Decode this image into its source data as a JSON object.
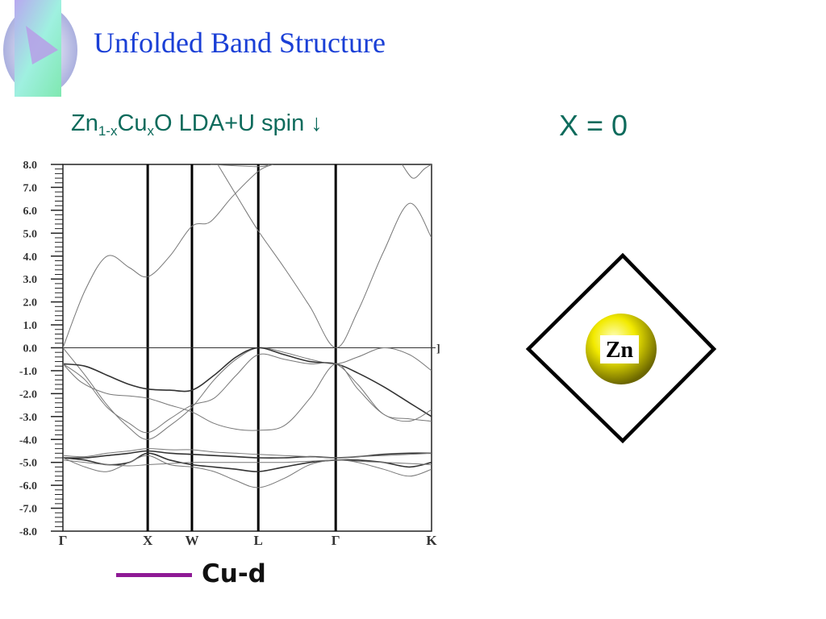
{
  "slide": {
    "title": "Unfolded Band Structure",
    "subtitle": {
      "base": "Zn",
      "sub1": "1-x",
      "mid": "Cu",
      "sub2": "x",
      "tail": "O LDA+U spin ↓"
    },
    "x_label": "X = 0",
    "atom_label": "Zn",
    "legend_label": "Cu-d",
    "colors": {
      "title": "#1a3fd6",
      "text": "#0e6b5c",
      "legend_line": "#8e1a95",
      "atom": "#e8e000"
    }
  },
  "chart_data": {
    "type": "line",
    "ylim": [
      -8.0,
      8.0
    ],
    "yticks": [
      "8.0",
      "7.0",
      "6.0",
      "5.0",
      "4.0",
      "3.0",
      "2.0",
      "1.0",
      "0.0",
      "-1.0",
      "-2.0",
      "-3.0",
      "-4.0",
      "-5.0",
      "-6.0",
      "-7.0",
      "-8.0"
    ],
    "kpoints": [
      {
        "label": "Γ",
        "x": 0
      },
      {
        "label": "X",
        "x": 0.23
      },
      {
        "label": "W",
        "x": 0.35
      },
      {
        "label": "L",
        "x": 0.53
      },
      {
        "label": "Γ",
        "x": 0.74
      },
      {
        "label": "K",
        "x": 1.0
      }
    ],
    "fermi_level": 0.0,
    "series": [
      {
        "points": [
          [
            0,
            0
          ],
          [
            0.06,
            2.5
          ],
          [
            0.12,
            4.0
          ],
          [
            0.18,
            3.5
          ],
          [
            0.23,
            3.1
          ],
          [
            0.29,
            4.0
          ],
          [
            0.35,
            5.3
          ],
          [
            0.4,
            5.5
          ],
          [
            0.46,
            6.6
          ],
          [
            0.53,
            7.7
          ],
          [
            0.57,
            8.0
          ]
        ]
      },
      {
        "points": [
          [
            0.42,
            8.0
          ],
          [
            0.48,
            6.4
          ],
          [
            0.53,
            5.1
          ],
          [
            0.6,
            3.5
          ],
          [
            0.67,
            1.8
          ],
          [
            0.74,
            0
          ],
          [
            0.8,
            1.6
          ],
          [
            0.87,
            4.2
          ],
          [
            0.94,
            6.3
          ],
          [
            1.0,
            4.8
          ]
        ]
      },
      {
        "points": [
          [
            0.92,
            8.0
          ],
          [
            0.95,
            7.4
          ],
          [
            0.98,
            7.8
          ],
          [
            1.0,
            8.0
          ]
        ]
      },
      {
        "points": [
          [
            0.4,
            8.0
          ],
          [
            0.53,
            7.9
          ],
          [
            0.56,
            8.0
          ]
        ]
      },
      {
        "points": [
          [
            0,
            0
          ],
          [
            0.06,
            -1.2
          ],
          [
            0.12,
            -2.5
          ],
          [
            0.18,
            -3.5
          ],
          [
            0.23,
            -4.0
          ],
          [
            0.29,
            -3.4
          ],
          [
            0.35,
            -2.6
          ],
          [
            0.41,
            -1.4
          ],
          [
            0.47,
            -0.5
          ],
          [
            0.53,
            0
          ],
          [
            0.6,
            -0.2
          ],
          [
            0.67,
            -0.5
          ],
          [
            0.74,
            -0.7
          ],
          [
            0.8,
            -0.4
          ],
          [
            0.87,
            0
          ],
          [
            0.94,
            -0.3
          ],
          [
            1.0,
            -1.0
          ]
        ]
      },
      {
        "points": [
          [
            0,
            -0.7
          ],
          [
            0.06,
            -0.8
          ],
          [
            0.12,
            -1.2
          ],
          [
            0.18,
            -1.6
          ],
          [
            0.23,
            -1.8
          ],
          [
            0.29,
            -1.85
          ],
          [
            0.35,
            -1.85
          ],
          [
            0.41,
            -1.2
          ],
          [
            0.47,
            -0.4
          ],
          [
            0.53,
            0
          ],
          [
            0.6,
            -0.3
          ],
          [
            0.67,
            -0.6
          ],
          [
            0.74,
            -0.7
          ],
          [
            0.8,
            -1.1
          ],
          [
            0.87,
            -1.7
          ],
          [
            0.94,
            -2.4
          ],
          [
            1.0,
            -3.0
          ]
        ]
      },
      {
        "points": [
          [
            0,
            -0.7
          ],
          [
            0.05,
            -1.5
          ],
          [
            0.12,
            -2.0
          ],
          [
            0.18,
            -2.1
          ],
          [
            0.23,
            -2.2
          ],
          [
            0.29,
            -2.5
          ],
          [
            0.35,
            -2.8
          ],
          [
            0.41,
            -3.3
          ],
          [
            0.47,
            -3.55
          ],
          [
            0.53,
            -3.6
          ],
          [
            0.6,
            -3.4
          ],
          [
            0.67,
            -2.2
          ],
          [
            0.74,
            -0.7
          ],
          [
            0.8,
            -1.8
          ],
          [
            0.87,
            -2.9
          ],
          [
            0.94,
            -3.2
          ],
          [
            1.0,
            -2.7
          ]
        ]
      },
      {
        "points": [
          [
            0,
            -0.7
          ],
          [
            0.06,
            -1.4
          ],
          [
            0.12,
            -2.6
          ],
          [
            0.18,
            -3.3
          ],
          [
            0.23,
            -3.7
          ],
          [
            0.29,
            -3.1
          ],
          [
            0.35,
            -2.5
          ],
          [
            0.41,
            -2.2
          ],
          [
            0.47,
            -1.2
          ],
          [
            0.53,
            -0.3
          ],
          [
            0.6,
            -0.5
          ],
          [
            0.67,
            -0.7
          ],
          [
            0.74,
            -0.7
          ],
          [
            0.8,
            -1.6
          ],
          [
            0.87,
            -2.9
          ],
          [
            0.94,
            -3.1
          ],
          [
            1.0,
            -3.2
          ]
        ]
      },
      {
        "points": [
          [
            0,
            -4.8
          ],
          [
            0.06,
            -4.8
          ],
          [
            0.12,
            -4.7
          ],
          [
            0.18,
            -4.6
          ],
          [
            0.23,
            -4.5
          ],
          [
            0.29,
            -4.6
          ],
          [
            0.35,
            -4.65
          ],
          [
            0.41,
            -4.7
          ],
          [
            0.47,
            -4.75
          ],
          [
            0.53,
            -4.8
          ],
          [
            0.6,
            -4.8
          ],
          [
            0.67,
            -4.75
          ],
          [
            0.74,
            -4.8
          ],
          [
            0.8,
            -4.75
          ],
          [
            0.87,
            -4.65
          ],
          [
            0.94,
            -4.6
          ],
          [
            1.0,
            -4.6
          ]
        ]
      },
      {
        "points": [
          [
            0,
            -4.8
          ],
          [
            0.06,
            -4.9
          ],
          [
            0.12,
            -5.1
          ],
          [
            0.18,
            -5.0
          ],
          [
            0.23,
            -4.6
          ],
          [
            0.29,
            -4.9
          ],
          [
            0.35,
            -5.1
          ],
          [
            0.41,
            -5.2
          ],
          [
            0.47,
            -5.3
          ],
          [
            0.53,
            -5.4
          ],
          [
            0.6,
            -5.2
          ],
          [
            0.67,
            -5.0
          ],
          [
            0.74,
            -4.9
          ],
          [
            0.8,
            -4.9
          ],
          [
            0.87,
            -5.0
          ],
          [
            0.94,
            -5.2
          ],
          [
            1.0,
            -5.0
          ]
        ]
      },
      {
        "points": [
          [
            0,
            -4.8
          ],
          [
            0.06,
            -5.2
          ],
          [
            0.12,
            -5.4
          ],
          [
            0.18,
            -5.0
          ],
          [
            0.23,
            -4.7
          ],
          [
            0.29,
            -5.1
          ],
          [
            0.35,
            -5.2
          ],
          [
            0.41,
            -5.4
          ],
          [
            0.47,
            -5.8
          ],
          [
            0.53,
            -6.1
          ],
          [
            0.6,
            -5.7
          ],
          [
            0.67,
            -5.1
          ],
          [
            0.74,
            -4.9
          ],
          [
            0.8,
            -5.0
          ],
          [
            0.87,
            -5.3
          ],
          [
            0.94,
            -5.6
          ],
          [
            1.0,
            -5.3
          ]
        ]
      },
      {
        "points": [
          [
            0,
            -4.9
          ],
          [
            0.06,
            -5.0
          ],
          [
            0.12,
            -5.1
          ],
          [
            0.18,
            -5.15
          ],
          [
            0.23,
            -5.1
          ],
          [
            0.29,
            -5.05
          ],
          [
            0.35,
            -5.0
          ],
          [
            0.41,
            -5.0
          ],
          [
            0.47,
            -5.0
          ],
          [
            0.53,
            -5.0
          ],
          [
            0.6,
            -5.0
          ],
          [
            0.67,
            -4.95
          ],
          [
            0.74,
            -4.9
          ],
          [
            0.8,
            -4.95
          ],
          [
            0.87,
            -5.0
          ],
          [
            0.94,
            -5.05
          ],
          [
            1.0,
            -5.1
          ]
        ]
      },
      {
        "points": [
          [
            0,
            -4.7
          ],
          [
            0.06,
            -4.75
          ],
          [
            0.12,
            -4.6
          ],
          [
            0.18,
            -4.5
          ],
          [
            0.23,
            -4.4
          ],
          [
            0.29,
            -4.45
          ],
          [
            0.35,
            -4.45
          ],
          [
            0.41,
            -4.55
          ],
          [
            0.47,
            -4.6
          ],
          [
            0.53,
            -4.65
          ],
          [
            0.6,
            -4.7
          ],
          [
            0.67,
            -4.75
          ],
          [
            0.74,
            -4.8
          ],
          [
            0.8,
            -4.75
          ],
          [
            0.87,
            -4.7
          ],
          [
            0.94,
            -4.65
          ],
          [
            1.0,
            -4.6
          ]
        ]
      }
    ]
  }
}
